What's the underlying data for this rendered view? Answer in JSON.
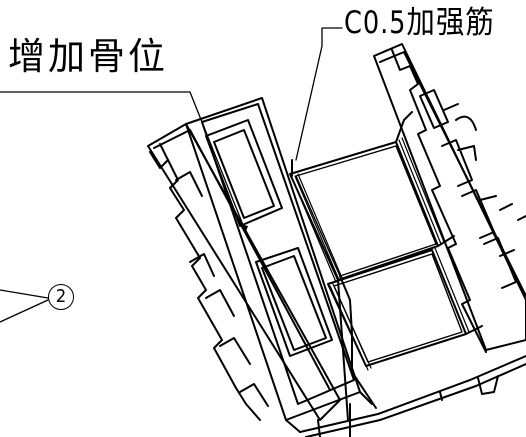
{
  "annotations": {
    "chamfer_rib_label": "C0.5加强筋",
    "add_rib_label": "增加骨位",
    "part_number": "2"
  },
  "colors": {
    "line": "#000000",
    "background": "#ffffff"
  }
}
